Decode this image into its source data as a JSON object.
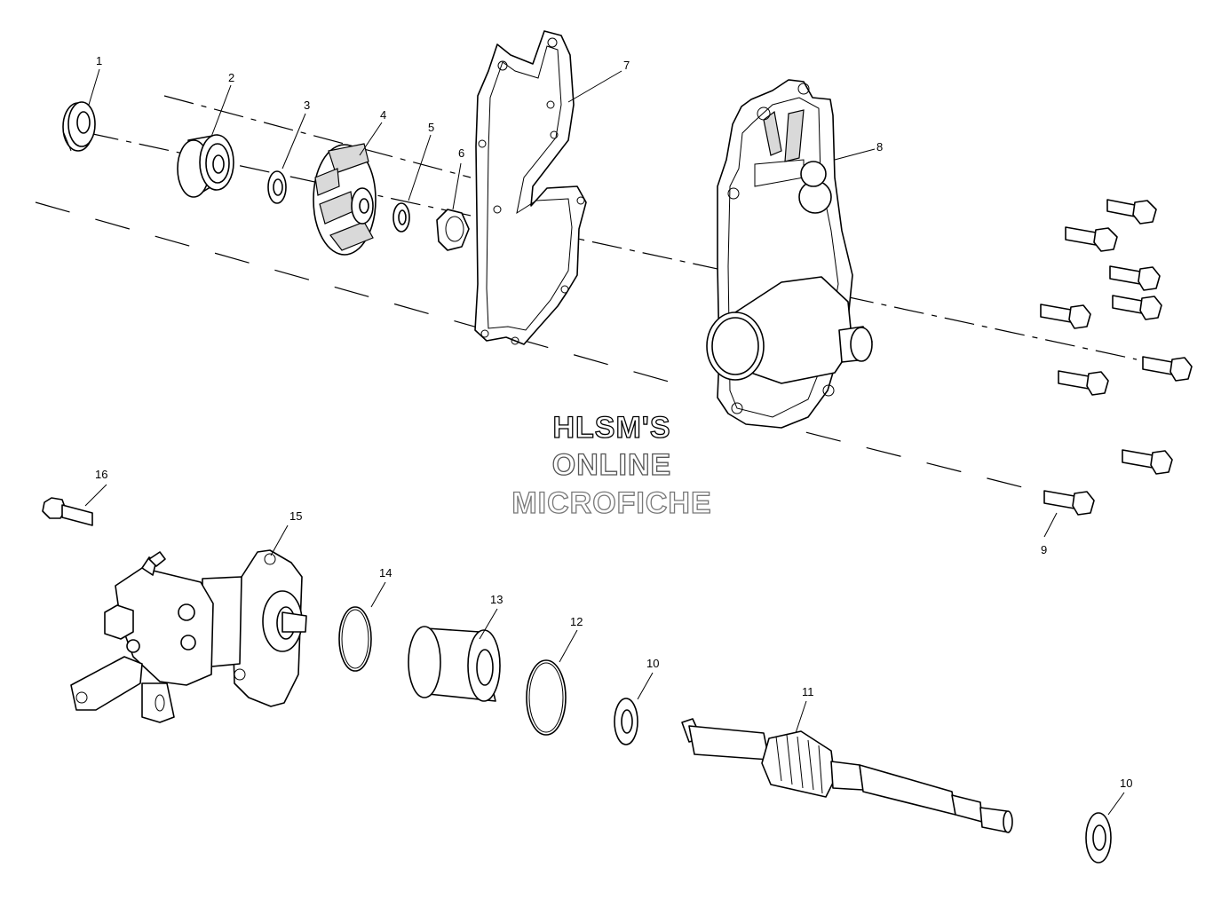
{
  "watermark": {
    "line1": "HLSM'S",
    "line2": "ONLINE",
    "line3": "MICROFICHE",
    "colors": [
      "#000000",
      "#555555",
      "#777777"
    ]
  },
  "callouts": {
    "c1": "1",
    "c2": "2",
    "c3": "3",
    "c4": "4",
    "c5": "5",
    "c6": "6",
    "c7": "7",
    "c8": "8",
    "c9": "9",
    "c10a": "10",
    "c10b": "10",
    "c11": "11",
    "c12": "12",
    "c13": "13",
    "c14": "14",
    "c15": "15",
    "c16": "16"
  }
}
